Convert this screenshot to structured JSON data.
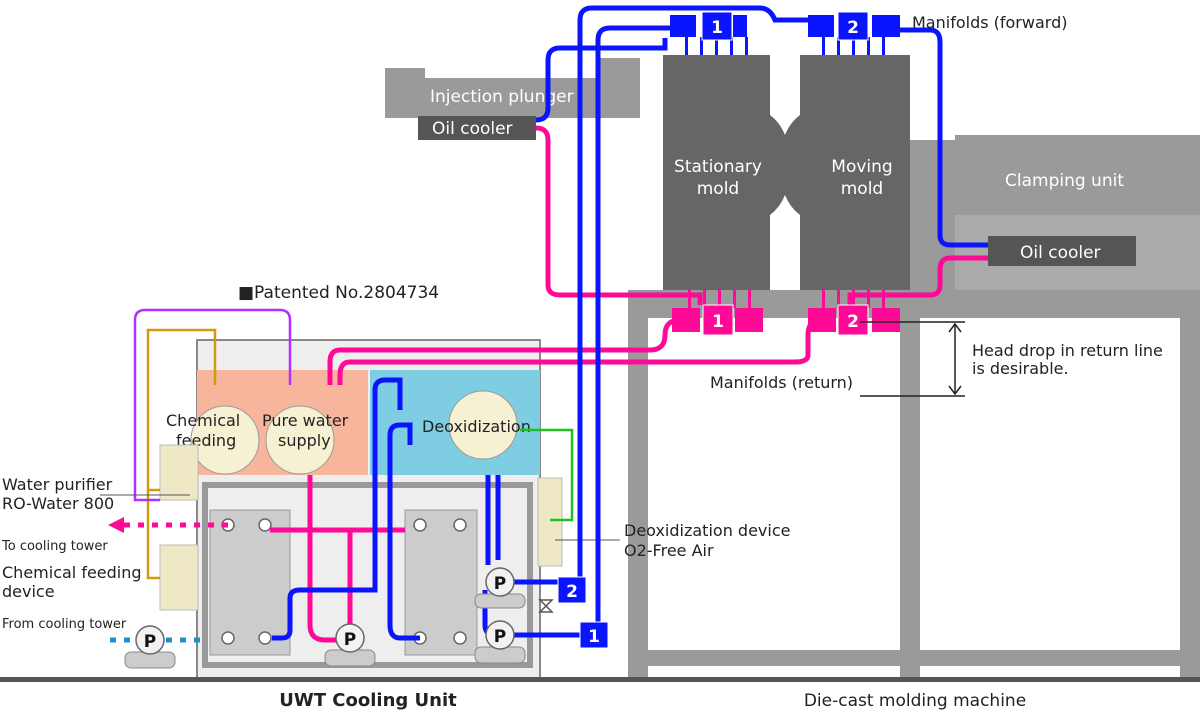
{
  "labels": {
    "manifolds_forward": "Manifolds (forward)",
    "manifolds_return": "Manifolds (return)",
    "injection_plunger": "Injection plunger",
    "oil_cooler_left": "Oil cooler",
    "oil_cooler_right": "Oil cooler",
    "stationary_mold": [
      "Stationary",
      "mold"
    ],
    "moving_mold": [
      "Moving",
      "mold"
    ],
    "clamping_unit": "Clamping unit",
    "head_drop": [
      "Head drop in return line",
      "is desirable."
    ],
    "patent": "■Patented No.2804734",
    "chemical_feeding": [
      "Chemical",
      "feeding"
    ],
    "pure_water_supply": [
      "Pure water",
      "supply"
    ],
    "deoxidization": "Deoxidization",
    "water_purifier": [
      "Water purifier",
      "RO-Water 800"
    ],
    "to_cooling_tower": "To cooling tower",
    "chemical_feeding_device": [
      "Chemical feeding",
      "device"
    ],
    "from_cooling_tower": "From cooling tower",
    "deoxidization_device": [
      "Deoxidization device",
      "O2-Free Air"
    ],
    "uwt_cooling_unit": "UWT Cooling Unit",
    "die_cast_machine": "Die-cast molding machine",
    "pump": "P",
    "manifold_1": "1",
    "manifold_2": "2"
  },
  "colors": {
    "supply_line": "#0a14ff",
    "return_line": "#ff0a96",
    "cooling_tower_line": "#1a8fd0",
    "chemical_line": "#d09a10",
    "pure_water_line": "#b030ff",
    "air_line": "#20c020",
    "machine_gray": "#9a9a9a",
    "mold_dark": "#666666"
  }
}
